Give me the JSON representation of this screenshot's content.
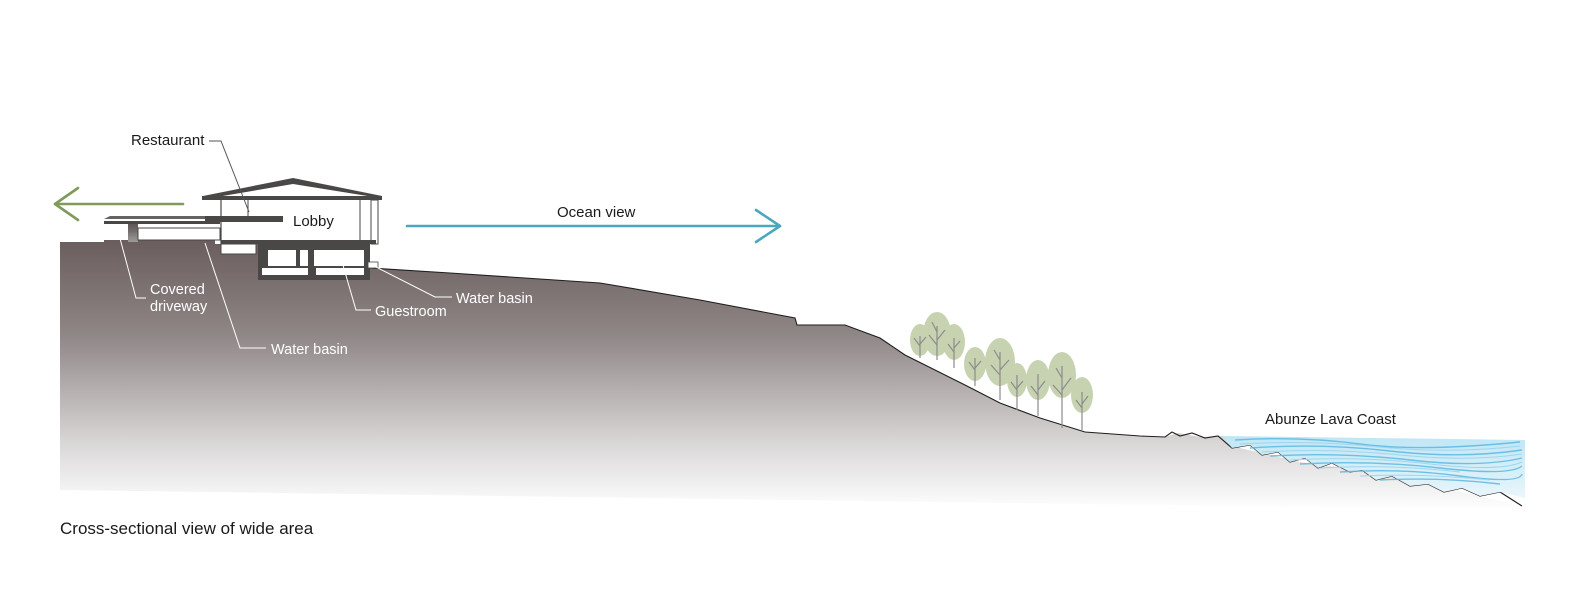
{
  "labels": {
    "restaurant": "Restaurant",
    "lobby": "Lobby",
    "ocean_view": "Ocean view",
    "covered_driveway_line1": "Covered",
    "covered_driveway_line2": "driveway",
    "water_basin_lower": "Water basin",
    "guestroom": "Guestroom",
    "water_basin_right": "Water basin",
    "coast": "Abunze Lava Coast",
    "caption": "Cross-sectional view of wide area"
  },
  "colors": {
    "ground_top": "#6f6262",
    "ground_bottom": "#ffffff",
    "building": "#4a4747",
    "ocean_arrow": "#4aa7bd",
    "left_arrow": "#7f9a5b",
    "water": "#7ec8e8",
    "tree_foliage": "#c8d3b1",
    "tree_trunk": "#8a8a8a"
  },
  "icons": {
    "left_arrow": "arrow-left-icon",
    "ocean_arrow": "arrow-right-icon",
    "trees": "tree-icon"
  }
}
